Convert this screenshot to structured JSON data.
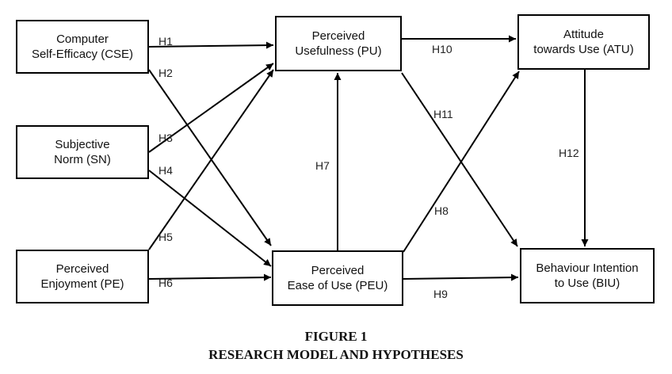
{
  "nodes": {
    "cse": {
      "line1": "Computer",
      "line2": "Self-Efficacy (CSE)"
    },
    "sn": {
      "line1": "Subjective",
      "line2": "Norm (SN)"
    },
    "pe": {
      "line1": "Perceived",
      "line2": "Enjoyment (PE)"
    },
    "pu": {
      "line1": "Perceived",
      "line2": "Usefulness (PU)"
    },
    "peu": {
      "line1": "Perceived",
      "line2": "Ease of Use (PEU)"
    },
    "atu": {
      "line1": "Attitude",
      "line2": "towards Use (ATU)"
    },
    "biu": {
      "line1": "Behaviour Intention",
      "line2": "to Use (BIU)"
    }
  },
  "hypotheses": {
    "h1": "H1",
    "h2": "H2",
    "h3": "H3",
    "h4": "H4",
    "h5": "H5",
    "h6": "H6",
    "h7": "H7",
    "h8": "H8",
    "h9": "H9",
    "h10": "H10",
    "h11": "H11",
    "h12": "H12"
  },
  "edges": [
    {
      "id": "h1",
      "from": "cse",
      "to": "pu"
    },
    {
      "id": "h2",
      "from": "cse",
      "to": "peu"
    },
    {
      "id": "h3",
      "from": "sn",
      "to": "pu"
    },
    {
      "id": "h4",
      "from": "sn",
      "to": "peu"
    },
    {
      "id": "h5",
      "from": "pe",
      "to": "pu"
    },
    {
      "id": "h6",
      "from": "pe",
      "to": "peu"
    },
    {
      "id": "h7",
      "from": "peu",
      "to": "pu"
    },
    {
      "id": "h8",
      "from": "peu",
      "to": "atu"
    },
    {
      "id": "h9",
      "from": "peu",
      "to": "biu"
    },
    {
      "id": "h10",
      "from": "pu",
      "to": "atu"
    },
    {
      "id": "h11",
      "from": "pu",
      "to": "biu"
    },
    {
      "id": "h12",
      "from": "atu",
      "to": "biu"
    }
  ],
  "caption": {
    "line1": "FIGURE 1",
    "line2": "RESEARCH MODEL AND HYPOTHESES"
  }
}
